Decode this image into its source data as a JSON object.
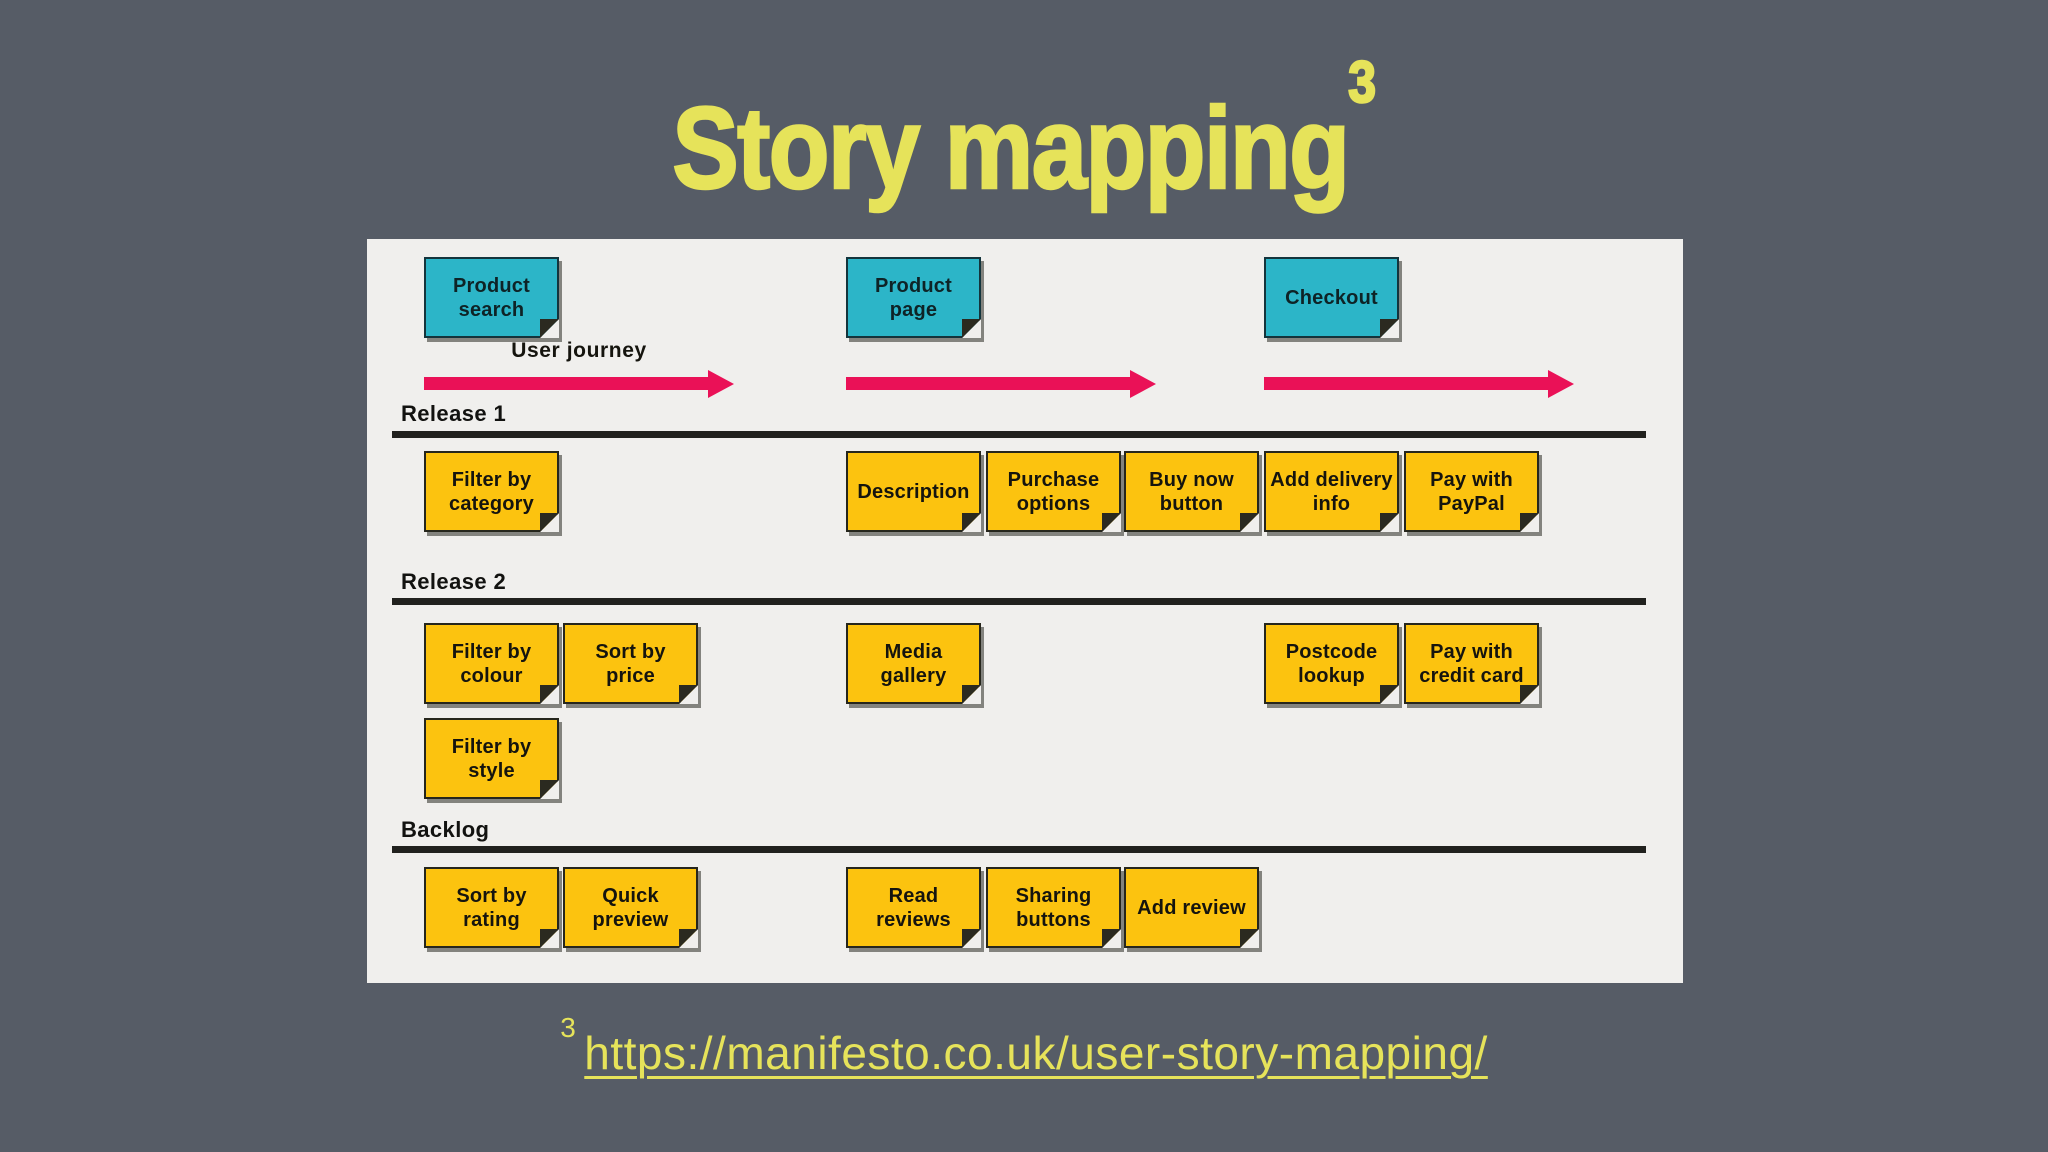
{
  "title": {
    "text": "Story mapping",
    "footnote_marker": "3"
  },
  "journey": {
    "label": "User journey",
    "activities": [
      {
        "label": "Product\nsearch"
      },
      {
        "label": "Product\npage"
      },
      {
        "label": "Checkout"
      }
    ]
  },
  "sections": [
    {
      "label": "Release 1",
      "notes": [
        {
          "label": "Filter by\ncategory"
        },
        {
          "label": "Description"
        },
        {
          "label": "Purchase\noptions"
        },
        {
          "label": "Buy now\nbutton"
        },
        {
          "label": "Add delivery\ninfo"
        },
        {
          "label": "Pay with\nPayPal"
        }
      ]
    },
    {
      "label": "Release 2",
      "notes": [
        {
          "label": "Filter by\ncolour"
        },
        {
          "label": "Sort by price"
        },
        {
          "label": "Media\ngallery"
        },
        {
          "label": "Postcode\nlookup"
        },
        {
          "label": "Pay with\ncredit card"
        },
        {
          "label": "Filter by\nstyle"
        }
      ]
    },
    {
      "label": "Backlog",
      "notes": [
        {
          "label": "Sort by\nrating"
        },
        {
          "label": "Quick\npreview"
        },
        {
          "label": "Read\nreviews"
        },
        {
          "label": "Sharing\nbuttons"
        },
        {
          "label": "Add review"
        }
      ]
    }
  ],
  "footnote": {
    "marker": "3",
    "link_text": "https://manifesto.co.uk/user-story-mapping/"
  },
  "colors": {
    "background": "#565c66",
    "accent_yellow_green": "#e6e35a",
    "panel_background": "#f0efed",
    "note_yellow": "#fcc30f",
    "note_blue": "#2cb5c8",
    "arrow_pink": "#ea1157",
    "divider_dark": "#21211e"
  }
}
